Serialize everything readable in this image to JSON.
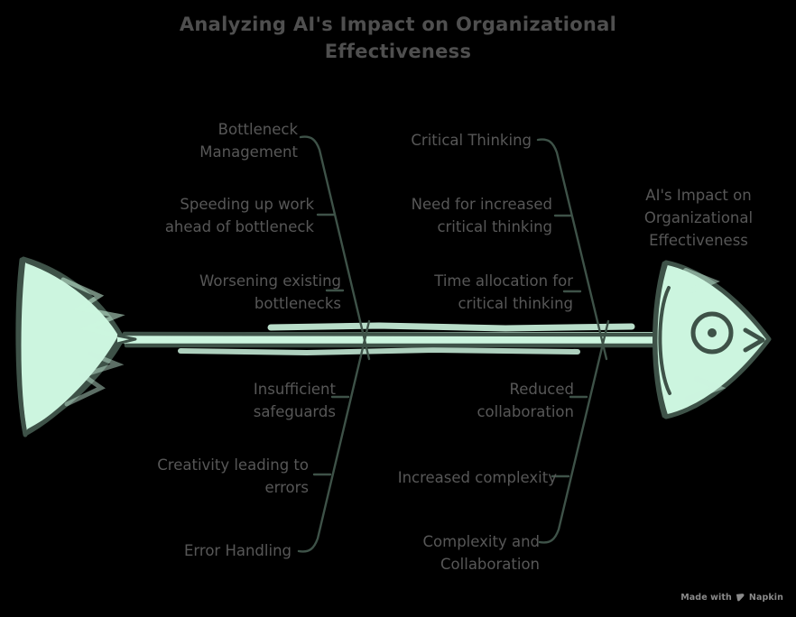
{
  "page": {
    "background_color": "#000000",
    "accent_fill": "#CCF5DF",
    "stroke_color": "#3E5248",
    "text_color": "#575757",
    "title_color": "#4F4F4F"
  },
  "title": {
    "line1": "Analyzing AI's Impact on Organizational",
    "line2": "Effectiveness",
    "full": "Analyzing AI's Impact on Organizational Effectiveness"
  },
  "head": {
    "label": "AI's Impact on\nOrganizational\nEffectiveness",
    "shape_name": "fish-head"
  },
  "tail": {
    "shape_name": "fish-tail"
  },
  "spine": {
    "shape_name": "fish-spine"
  },
  "branches": [
    {
      "id": "bottleneck-management",
      "position": "top-left",
      "category": "Bottleneck\nManagement",
      "items": [
        "Speeding up work\nahead of bottleneck",
        "Worsening existing\nbottlenecks"
      ]
    },
    {
      "id": "critical-thinking",
      "position": "top-right",
      "category": "Critical Thinking",
      "items": [
        "Need for increased\ncritical thinking",
        "Time allocation for\ncritical thinking"
      ]
    },
    {
      "id": "error-handling",
      "position": "bottom-left",
      "category": "Error Handling",
      "items": [
        "Insufficient\nsafeguards",
        "Creativity leading to\nerrors"
      ]
    },
    {
      "id": "complexity-and-collaboration",
      "position": "bottom-right",
      "category": "Complexity and\nCollaboration",
      "items": [
        "Reduced\ncollaboration",
        "Increased complexity"
      ]
    }
  ],
  "watermark": {
    "prefix": "Made with",
    "brand": "Napkin"
  }
}
